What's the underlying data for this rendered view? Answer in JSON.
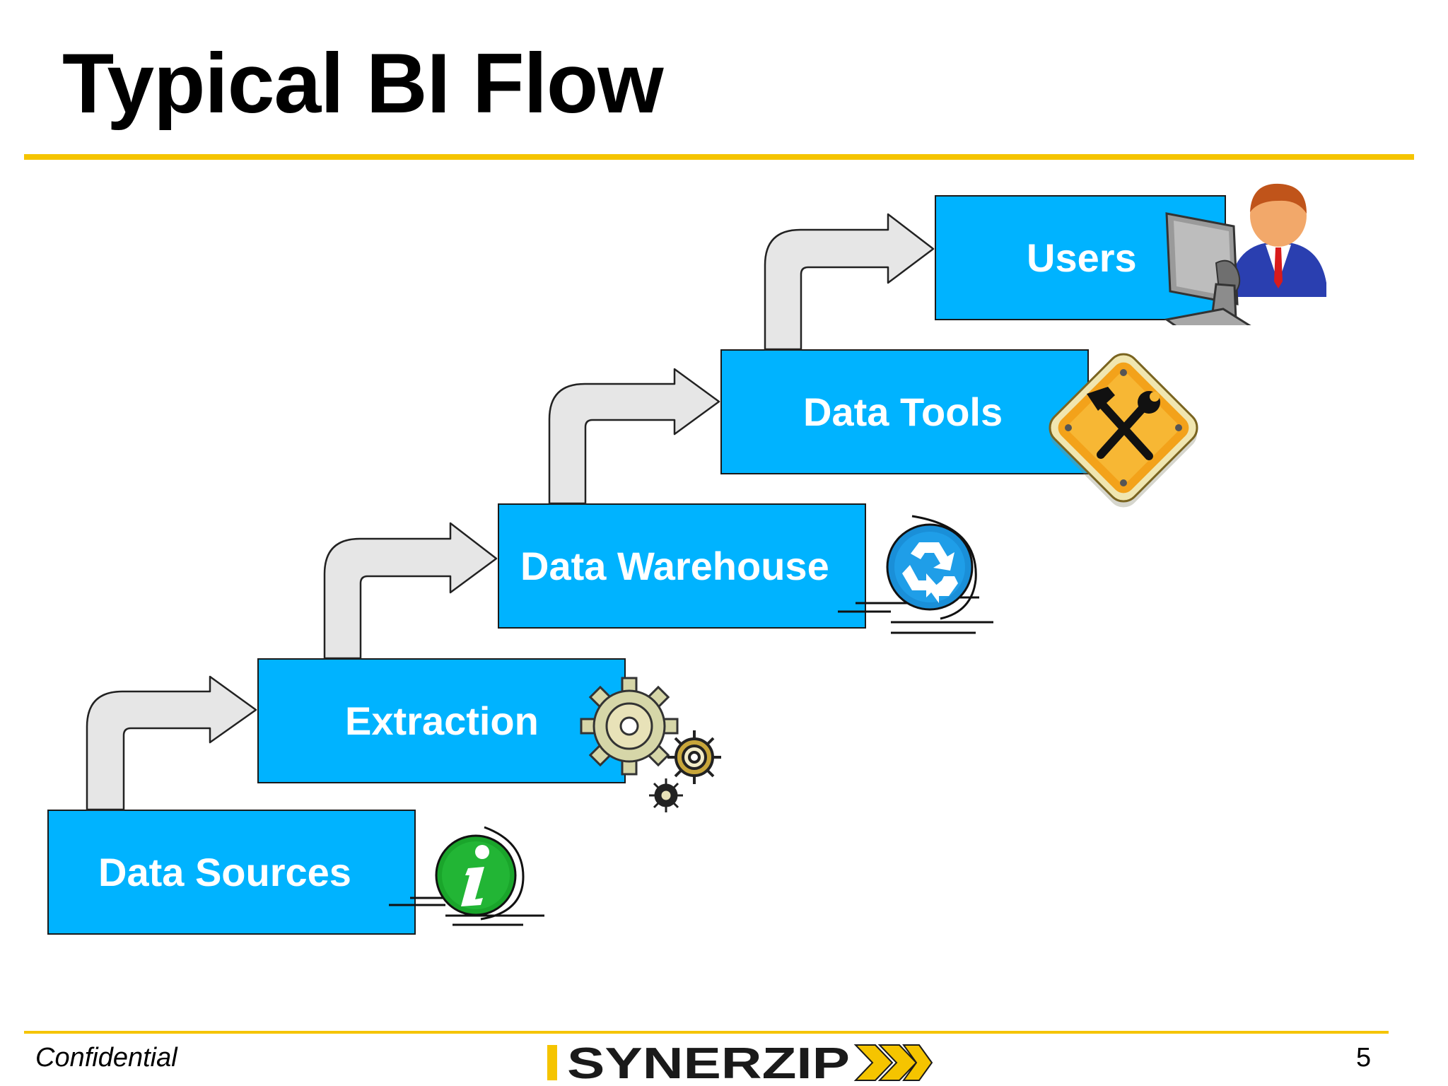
{
  "slide": {
    "title": "Typical BI Flow",
    "footer_left": "Confidential",
    "page_number": "5",
    "logo_text": "SYNERZIP"
  },
  "flow": {
    "steps": [
      {
        "label": "Data Sources",
        "icon": "info-icon"
      },
      {
        "label": "Extraction",
        "icon": "gears-icon"
      },
      {
        "label": "Data Warehouse",
        "icon": "recycle-icon"
      },
      {
        "label": "Data Tools",
        "icon": "tools-icon"
      },
      {
        "label": "Users",
        "icon": "user-computer-icon"
      }
    ]
  },
  "colors": {
    "box": "#00b3ff",
    "accent_rule": "#f5c400",
    "arrow_fill": "#e6e6e6",
    "logo_text": "#1a1a1a"
  }
}
